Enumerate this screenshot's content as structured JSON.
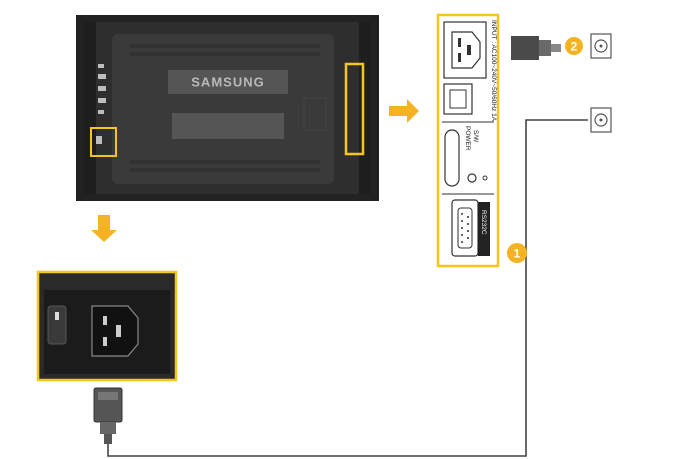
{
  "monitor": {
    "brand": "SAMSUNG"
  },
  "panel": {
    "input_rating": "INPUT : AC100~240V~50/60Hz 1A",
    "power_switch_line1": "POWER",
    "power_switch_line2": "S/W",
    "serial_port": "RS232C"
  },
  "steps": [
    {
      "number": "1"
    },
    {
      "number": "2"
    }
  ],
  "colors": {
    "highlight": "#f5c518",
    "arrow": "#f5b324",
    "badge": "#f5b324",
    "monitor_body": "#2a2a2a",
    "cable": "#444444"
  }
}
